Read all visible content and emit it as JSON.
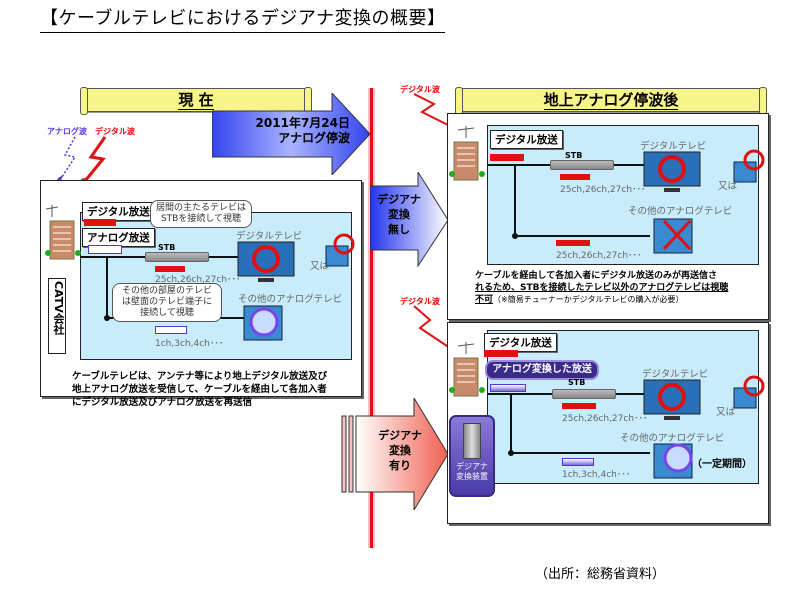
{
  "title": "【ケーブルテレビにおけるデジアナ変換の概要】",
  "source": "（出所：総務省資料）",
  "left": {
    "scroll_label": "現 在",
    "timeline_arrow": {
      "line1": "2011年7月24日",
      "line2": "アナログ停波"
    },
    "analog_wave": "アナログ波",
    "digital_wave": "デジタル波",
    "digital_broadcast": "デジタル放送",
    "analog_broadcast": "アナログ放送",
    "callout_top": {
      "line1": "居間の主たるテレビは",
      "line2": "STBを接続して視聴"
    },
    "callout_bottom": {
      "line1": "その他の部屋のテレビ",
      "line2": "は壁面のテレビ端子に",
      "line3": "接続して視聴"
    },
    "stb": "STB",
    "digital_channels": "25ch,26ch,27ch･･･",
    "analog_channels": "1ch,3ch,4ch･･･",
    "digital_tv": "デジタルテレビ",
    "or": "又は",
    "other_analog_tv": "その他のアナログテレビ",
    "catv": "CATV会社",
    "note": {
      "line1": "ケーブルテレビは、アンテナ等により地上デジタル放送及び",
      "line2": "地上アナログ放送を受信して、ケーブルを経由して各加入者",
      "line3": "にデジタル放送及びアナログ放送を再送信"
    }
  },
  "arrows": {
    "no_conversion": {
      "line1": "デジアナ",
      "line2": "変換",
      "line3": "無し"
    },
    "with_conversion": {
      "line1": "デジアナ",
      "line2": "変換",
      "line3": "有り"
    }
  },
  "right": {
    "scroll_label": "地上アナログ停波後",
    "top": {
      "digital_wave": "デジタル波",
      "digital_broadcast": "デジタル放送",
      "stb": "STB",
      "digital_channels_1": "25ch,26ch,27ch･･･",
      "digital_channels_2": "25ch,26ch,27ch･･･",
      "digital_tv": "デジタルテレビ",
      "or": "又は",
      "other_analog_tv": "その他のアナログテレビ",
      "note": {
        "line1": "ケーブルを経由して各加入者にデジタル放送のみが再送信さ",
        "line2": "れるため、STBを接続したテレビ以外のアナログテレビは視聴",
        "line3_bold": "不可",
        "line3_rest": "（※簡易チューナーかデジタルテレビの購入が必要）"
      }
    },
    "bottom": {
      "digital_wave": "デジタル波",
      "digital_broadcast": "デジタル放送",
      "analog_converted": "アナログ変換した放送",
      "stb": "STB",
      "digital_channels": "25ch,26ch,27ch･･･",
      "analog_channels": "1ch,3ch,4ch･･･",
      "digital_tv": "デジタルテレビ",
      "or": "又は",
      "other_analog_tv": "その他のアナログテレビ",
      "limited_period": "（一定期間）",
      "converter": {
        "line1": "デジアナ",
        "line2": "変換装置"
      }
    }
  },
  "colors": {
    "digital": "#e01010",
    "analog": "#5533dd",
    "inner_bg": "#c8ecfb",
    "scroll_bg": "#f7f48a"
  }
}
